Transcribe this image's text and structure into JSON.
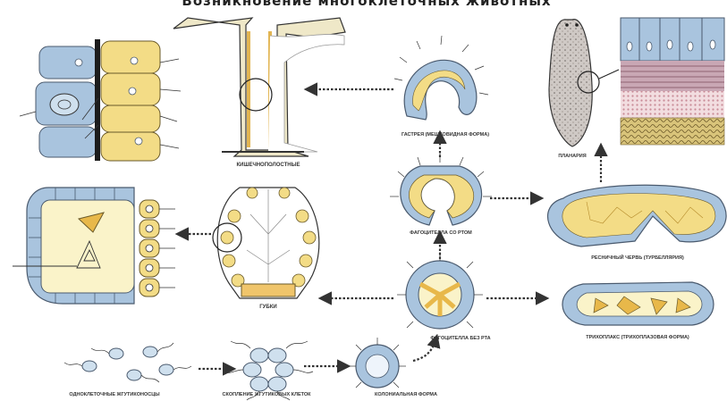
{
  "title": "Возникновение многоклеточных животных",
  "labels": {
    "hydra": "Кишечнополостные",
    "saccular": "Гастрея (мешковидная форма)",
    "planaria": "Планария",
    "phagocitella_open": "Фагоцителла со ртом",
    "flatworm": "Ресничный червь (турбеллярия)",
    "sponge": "Губки",
    "phagocitella_full": "Фагоцителла без рта",
    "trichoplax": "Трихоплакс (трихоплазовая форма)",
    "unicellular": "Одноклеточные жгутиконосцы",
    "colony": "Скопление жгутиковых клеток",
    "colonial": "Колониальная форма"
  },
  "colors": {
    "ectoderm": "#a9c4de",
    "ectoderm_stroke": "#4a5a6e",
    "endoderm": "#f3dc86",
    "endoderm_dark": "#e8b84a",
    "arrow": "#333333",
    "planaria_body": "#cfc9c5"
  }
}
